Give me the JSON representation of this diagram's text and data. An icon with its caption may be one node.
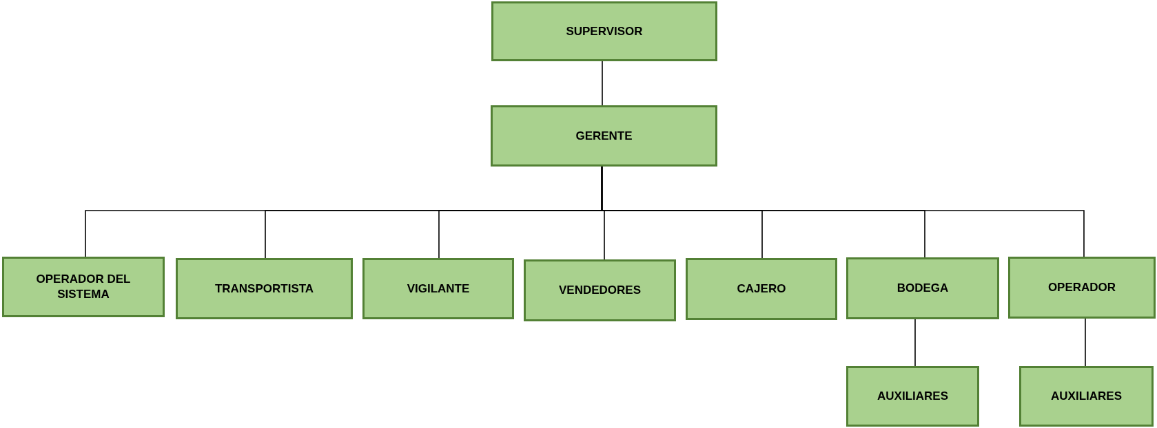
{
  "diagram": {
    "nodes": [
      {
        "text": [
          "SUPERVISOR"
        ]
      },
      {
        "text": [
          "GERENTE"
        ]
      },
      {
        "text": [
          "OPERADOR DEL SISTEMA"
        ]
      },
      {
        "text": [
          "TRANSPORTISTA"
        ]
      },
      {
        "text": [
          "VIGILANTE"
        ]
      },
      {
        "text": [
          "VENDEDORES"
        ]
      },
      {
        "text": [
          "CAJERO"
        ]
      },
      {
        "text": [
          "BODEGA"
        ]
      },
      {
        "text": [
          "OPERADOR"
        ]
      },
      {
        "text": [
          "AUXILIARES"
        ]
      },
      {
        "text": [
          "AUXILIARES"
        ]
      }
    ],
    "edges": [
      {
        "from": 0,
        "to": 1,
        "arrow": "none"
      },
      {
        "from": 1,
        "to": 2,
        "arrow": "none"
      },
      {
        "from": 1,
        "to": 3,
        "arrow": "none"
      },
      {
        "from": 1,
        "to": 4,
        "arrow": "none"
      },
      {
        "from": 1,
        "to": 5,
        "arrow": "none"
      },
      {
        "from": 1,
        "to": 6,
        "arrow": "none"
      },
      {
        "from": 1,
        "to": 7,
        "arrow": "none"
      },
      {
        "from": 1,
        "to": 8,
        "arrow": "none"
      },
      {
        "from": 7,
        "to": 9,
        "arrow": "none"
      },
      {
        "from": 8,
        "to": 10,
        "arrow": "none"
      }
    ]
  }
}
